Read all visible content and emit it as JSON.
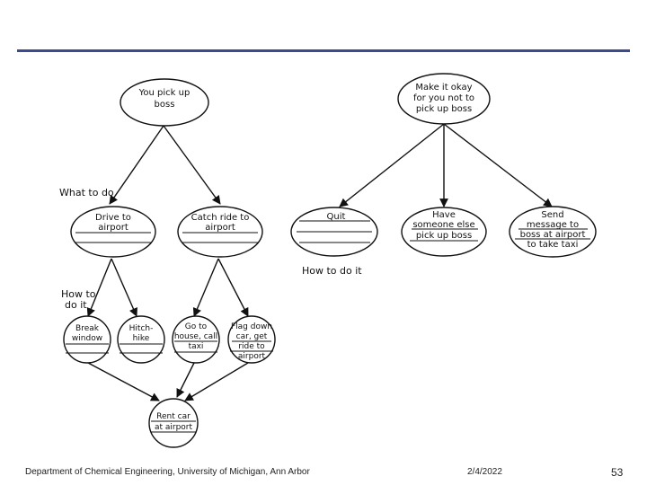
{
  "footer": {
    "department": "Department of Chemical Engineering, University of Michigan, Ann Arbor",
    "date": "2/4/2022",
    "page": "53"
  },
  "diagram": {
    "labels": {
      "what_to_do": "What to do",
      "how_to_do_it_left_1": "How to",
      "how_to_do_it_left_2": "do it",
      "how_to_do_it_center": "How to do it"
    },
    "nodes": {
      "pick_up_boss": [
        "You pick up",
        "boss"
      ],
      "make_ok": [
        "Make it okay",
        "for you not to",
        "pick up boss"
      ],
      "drive": [
        "Drive to",
        "airport"
      ],
      "catch_ride": [
        "Catch ride to",
        "airport"
      ],
      "quit": [
        "Quit"
      ],
      "someone_else": [
        "Have",
        "someone else",
        "pick up boss"
      ],
      "send_message": [
        "Send",
        "message to",
        "boss at airport",
        "to take taxi"
      ],
      "break_window": [
        "Break",
        "window"
      ],
      "hitchhike": [
        "Hitch-",
        "hike"
      ],
      "go_house": [
        "Go to",
        "house, call",
        "taxi"
      ],
      "flag_down": [
        "Flag down",
        "car, get",
        "ride to",
        "airport"
      ],
      "rent_car": [
        "Rent car",
        "at airport"
      ]
    }
  }
}
